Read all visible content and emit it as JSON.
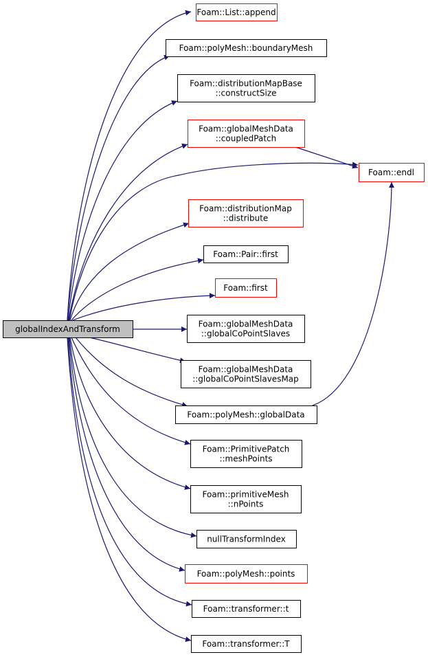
{
  "colors": {
    "edge": "#191970",
    "border_black": "#000000",
    "border_red": "#ff0000",
    "root_fill": "#bfbfbf",
    "node_fill": "#ffffff"
  },
  "root": {
    "id": "root",
    "lines": [
      "globalIndexAndTransform"
    ]
  },
  "nodes": [
    {
      "id": "list_append",
      "lines": [
        "Foam::List::append"
      ],
      "border": "red"
    },
    {
      "id": "boundary_mesh",
      "lines": [
        "Foam::polyMesh::boundaryMesh"
      ],
      "border": "black"
    },
    {
      "id": "construct_size",
      "lines": [
        "Foam::distributionMapBase",
        "::constructSize"
      ],
      "border": "black"
    },
    {
      "id": "coupled_patch",
      "lines": [
        "Foam::globalMeshData",
        "::coupledPatch"
      ],
      "border": "red"
    },
    {
      "id": "endl",
      "lines": [
        "Foam::endl"
      ],
      "border": "red"
    },
    {
      "id": "distribute",
      "lines": [
        "Foam::distributionMap",
        "::distribute"
      ],
      "border": "red"
    },
    {
      "id": "pair_first",
      "lines": [
        "Foam::Pair::first"
      ],
      "border": "black"
    },
    {
      "id": "foam_first",
      "lines": [
        "Foam::first"
      ],
      "border": "red"
    },
    {
      "id": "co_point_slaves",
      "lines": [
        "Foam::globalMeshData",
        "::globalCoPointSlaves"
      ],
      "border": "black"
    },
    {
      "id": "co_point_map",
      "lines": [
        "Foam::globalMeshData",
        "::globalCoPointSlavesMap"
      ],
      "border": "black"
    },
    {
      "id": "global_data",
      "lines": [
        "Foam::polyMesh::globalData"
      ],
      "border": "black"
    },
    {
      "id": "mesh_points",
      "lines": [
        "Foam::PrimitivePatch",
        "::meshPoints"
      ],
      "border": "black"
    },
    {
      "id": "n_points",
      "lines": [
        "Foam::primitiveMesh",
        "::nPoints"
      ],
      "border": "black"
    },
    {
      "id": "null_transform",
      "lines": [
        "nullTransformIndex"
      ],
      "border": "black"
    },
    {
      "id": "poly_points",
      "lines": [
        "Foam::polyMesh::points"
      ],
      "border": "red"
    },
    {
      "id": "transformer_t",
      "lines": [
        "Foam::transformer::t"
      ],
      "border": "black"
    },
    {
      "id": "transformer_T",
      "lines": [
        "Foam::transformer::T"
      ],
      "border": "black"
    }
  ],
  "edges": [
    {
      "from": "root",
      "to": "list_append"
    },
    {
      "from": "root",
      "to": "boundary_mesh"
    },
    {
      "from": "root",
      "to": "construct_size"
    },
    {
      "from": "root",
      "to": "coupled_patch"
    },
    {
      "from": "root",
      "to": "endl"
    },
    {
      "from": "root",
      "to": "distribute"
    },
    {
      "from": "root",
      "to": "pair_first"
    },
    {
      "from": "root",
      "to": "foam_first"
    },
    {
      "from": "root",
      "to": "co_point_slaves"
    },
    {
      "from": "root",
      "to": "co_point_map"
    },
    {
      "from": "root",
      "to": "global_data"
    },
    {
      "from": "root",
      "to": "mesh_points"
    },
    {
      "from": "root",
      "to": "n_points"
    },
    {
      "from": "root",
      "to": "null_transform"
    },
    {
      "from": "root",
      "to": "poly_points"
    },
    {
      "from": "root",
      "to": "transformer_t"
    },
    {
      "from": "root",
      "to": "transformer_T"
    },
    {
      "from": "coupled_patch",
      "to": "endl"
    },
    {
      "from": "global_data",
      "to": "endl"
    }
  ]
}
